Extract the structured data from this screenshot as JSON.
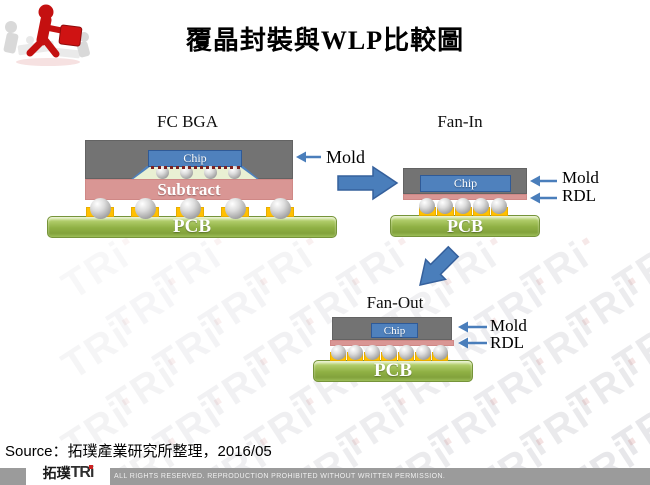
{
  "slide": {
    "title": "覆晶封裝與WLP比較圖",
    "source_note": "Source：拓璞產業研究所整理，2016/05",
    "watermark_text": "TRi"
  },
  "diagrams": {
    "fc_bga": {
      "title": "FC BGA",
      "chip_label": "Chip",
      "substrate_label": "Subtract",
      "pcb_label": "PCB",
      "mold_callout": "Mold"
    },
    "fan_in": {
      "title": "Fan-In",
      "chip_label": "Chip",
      "pcb_label": "PCB",
      "mold_callout": "Mold",
      "rdl_callout": "RDL"
    },
    "fan_out": {
      "title": "Fan-Out",
      "chip_label": "Chip",
      "pcb_label": "PCB",
      "mold_callout": "Mold",
      "rdl_callout": "RDL"
    }
  },
  "footer": {
    "logo_zh": "拓璞",
    "logo_en": "TRi",
    "copyright": "ALL RIGHTS RESERVED. REPRODUCTION PROHIBITED WITHOUT WRITTEN PERMISSION."
  },
  "colors": {
    "chip_blue": "#4f81bd",
    "mold_gray": "#737373",
    "substrate_pink": "#d99694",
    "pcb_green": "#9bbb59",
    "pad_yellow": "#ffc000",
    "arrow_blue": "#4a7ebb",
    "logo_red": "#c41010",
    "footer_gray": "#9b9b9b"
  }
}
